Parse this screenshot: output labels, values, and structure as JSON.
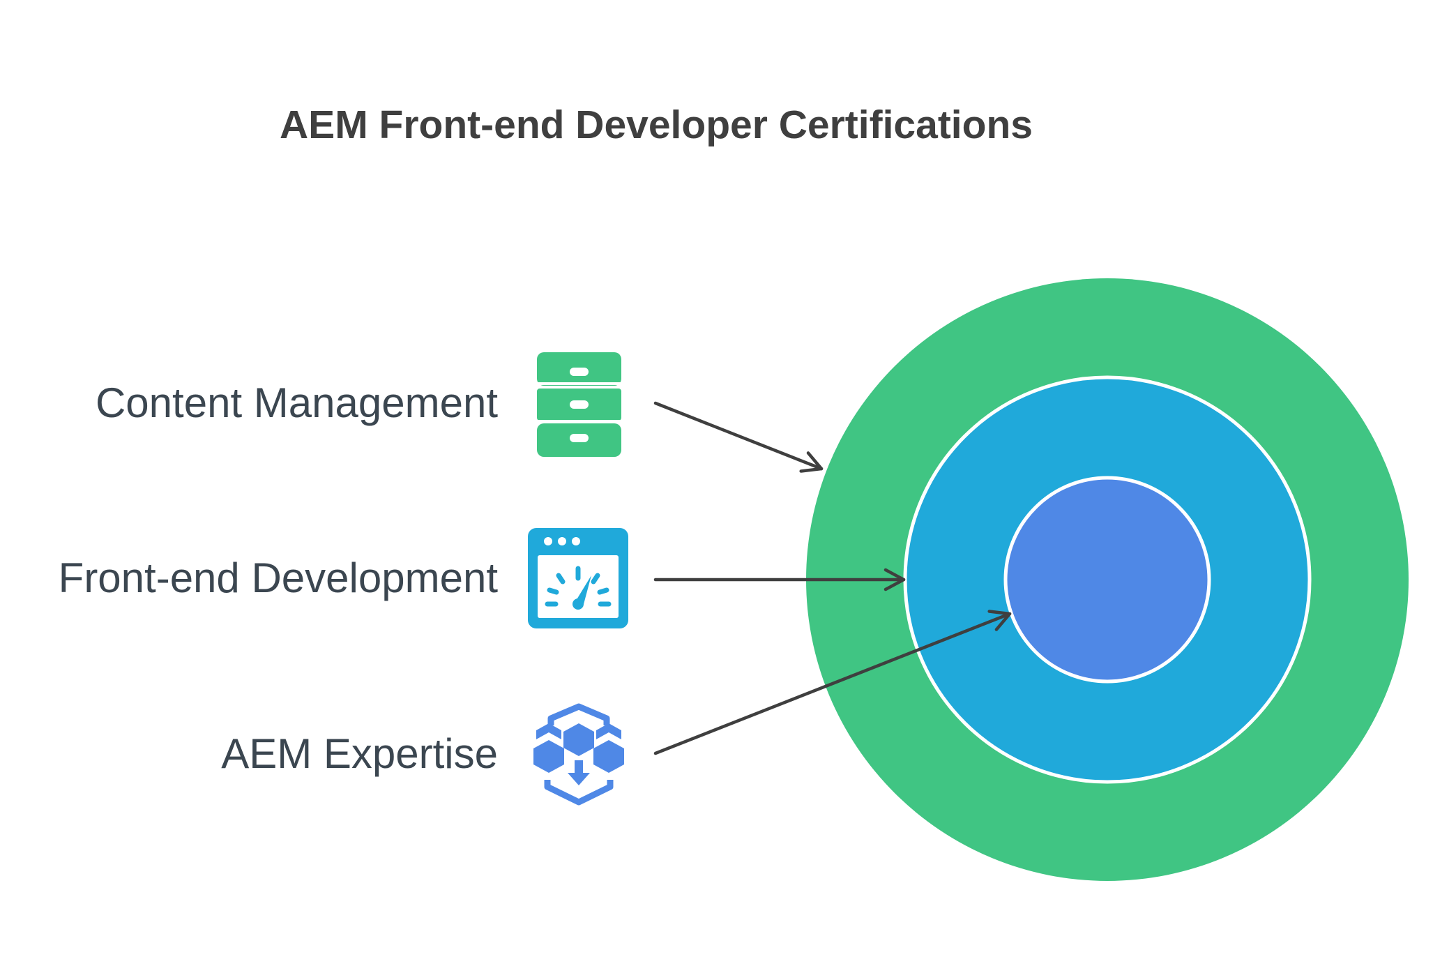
{
  "title": "AEM Front-end Developer Certifications",
  "colors": {
    "outer_ring": "#40c583",
    "middle_ring": "#20a9da",
    "inner_circle": "#4f88e6",
    "ring_border": "#ffffff",
    "arrow": "#3f3f3f",
    "title_text": "#3f3f3f",
    "label_text": "#3b4650"
  },
  "layers": [
    {
      "label": "Content Management",
      "icon": "filing-cabinet-icon",
      "color": "#40c583"
    },
    {
      "label": "Front-end Development",
      "icon": "speedometer-window-icon",
      "color": "#20a9da"
    },
    {
      "label": "AEM Expertise",
      "icon": "hexagon-blocks-download-icon",
      "color": "#4f88e6"
    }
  ]
}
